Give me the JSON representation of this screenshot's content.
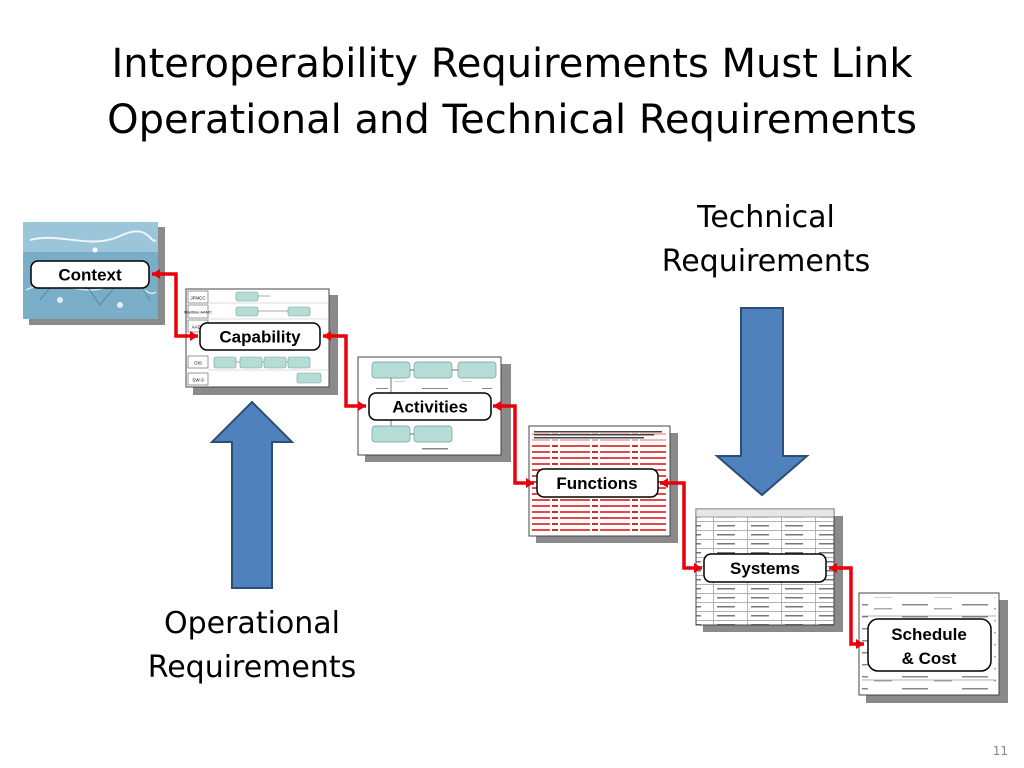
{
  "slide": {
    "title_lines": [
      "Interoperability Requirements Must Link",
      "Operational and Technical Requirements"
    ],
    "number": "11"
  },
  "labels": {
    "technical": [
      "Technical",
      "Requirements"
    ],
    "operational": [
      "Operational",
      "Requirements"
    ]
  },
  "steps": [
    {
      "key": "context",
      "label": [
        "Context"
      ]
    },
    {
      "key": "capability",
      "label": [
        "Capability"
      ]
    },
    {
      "key": "activities",
      "label": [
        "Activities"
      ]
    },
    {
      "key": "functions",
      "label": [
        "Functions"
      ]
    },
    {
      "key": "systems",
      "label": [
        "Systems"
      ]
    },
    {
      "key": "schedule",
      "label": [
        "Schedule",
        "& Cost"
      ]
    }
  ],
  "thumbnail_text": {
    "capability_rows": [
      "JFMCC",
      "Maritime AAMC",
      "AADC",
      "OIS",
      "SW-3"
    ]
  },
  "colors": {
    "arrow_fill": "#4f81bd",
    "arrow_stroke": "#2c4d75",
    "connector": "#e8000d",
    "thumb_context": "#7aaec8"
  }
}
